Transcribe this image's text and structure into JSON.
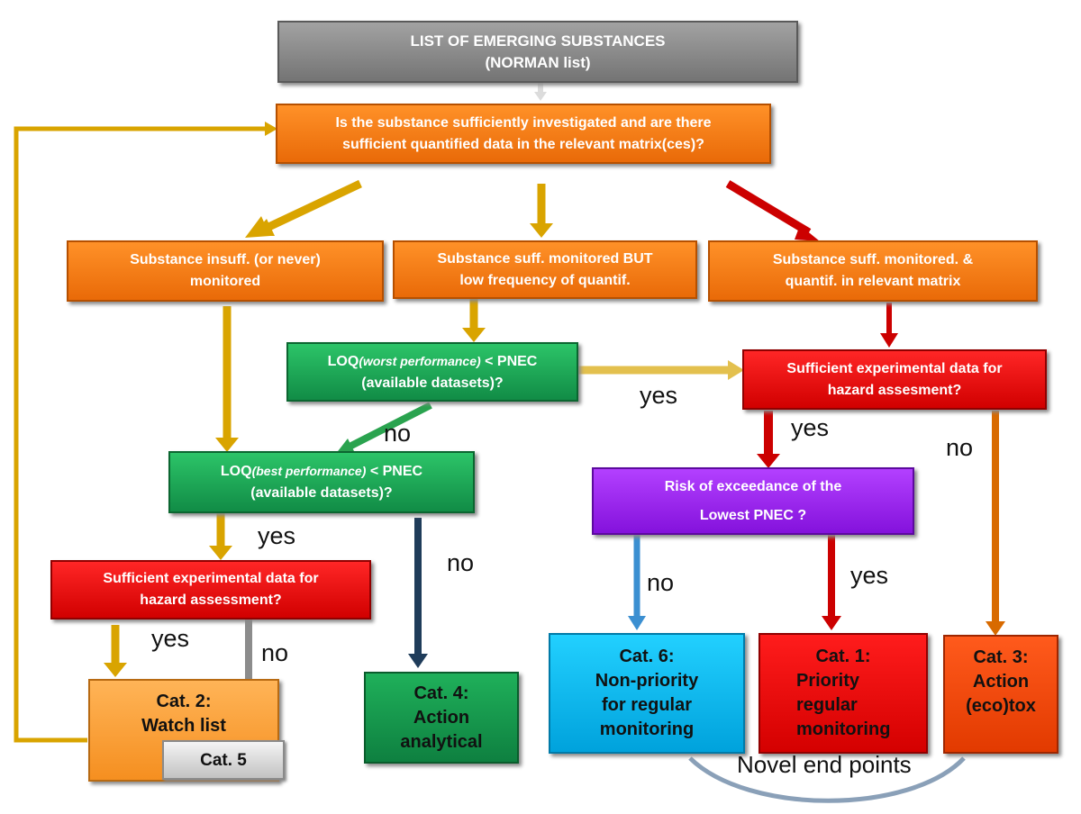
{
  "nodes": {
    "list": {
      "line1": "LIST OF EMERGING SUBSTANCES",
      "line2": "(NORMAN list)"
    },
    "question": {
      "line1": "Is the substance sufficiently investigated and are there",
      "line2": "sufficient quantified  data in the relevant matrix(ces)?"
    },
    "insuff": {
      "line1": "Substance insuff. (or never)",
      "line2": "monitored"
    },
    "lowfreq": {
      "line1": "Substance suff. monitored BUT",
      "line2": "low frequency of quantif."
    },
    "suff": {
      "line1": "Substance suff. monitored. &",
      "line2": "quantif. in relevant matrix"
    },
    "loq_worst": {
      "prefix": "LOQ",
      "italic": "(worst  performance)",
      "suffix": " < PNEC",
      "line2": "(available datasets)?"
    },
    "loq_best": {
      "prefix": "LOQ",
      "italic": "(best performance)",
      "suffix": " < PNEC",
      "line2": "(available datasets)?"
    },
    "exp_right": {
      "line1": "Sufficient experimental data for",
      "line2": "hazard assesment?"
    },
    "exp_left": {
      "line1": "Sufficient experimental data for",
      "line2": "hazard assessment?"
    },
    "risk": {
      "line1": "Risk of exceedance of the",
      "line2": "Lowest PNEC ?"
    },
    "cat2": {
      "line1": "Cat. 2:",
      "line2": "Watch list"
    },
    "cat5": {
      "line1": "Cat. 5"
    },
    "cat4": {
      "line1": "Cat. 4:",
      "line2": "Action",
      "line3": "analytical"
    },
    "cat6": {
      "line1": "Cat. 6:",
      "line2": "Non-priority",
      "line3": "for regular",
      "line4": "monitoring"
    },
    "cat1": {
      "line1": "Cat. 1:",
      "line2": "Priority",
      "line3": "regular",
      "line4": "monitoring"
    },
    "cat3": {
      "line1": "Cat. 3:",
      "line2": "Action",
      "line3": "(eco)tox"
    }
  },
  "edge_labels": {
    "yes_worst": "yes",
    "no_worst": "no",
    "yes_exp_right": "yes",
    "no_exp_right": "no",
    "yes_best": "yes",
    "no_best": "no",
    "no_risk": "no",
    "yes_risk": "yes",
    "yes_exp_left": "yes",
    "no_exp_left": "no",
    "novel": "Novel end points"
  },
  "colors": {
    "gold": "#d9a400",
    "red": "#cc0000",
    "gray": "#8c8c8c",
    "navy": "#1f3c5a",
    "blue": "#3b8fd1",
    "orange": "#d86a00"
  }
}
